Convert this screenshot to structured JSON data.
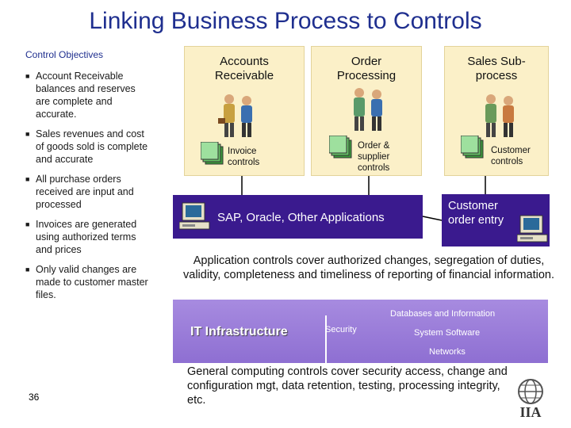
{
  "title": "Linking Business Process to Controls",
  "control_objectives": {
    "heading": "Control Objectives",
    "items": [
      "Account Receivable balances and reserves are complete and accurate.",
      "Sales revenues and cost of goods sold is complete and accurate",
      "All purchase orders received are input and processed",
      "Invoices are generated using authorized terms and prices",
      "Only valid changes are made to customer master files."
    ]
  },
  "processes": [
    {
      "title": "Accounts Receivable",
      "control": "Invoice controls"
    },
    {
      "title": "Order Processing",
      "control": "Order & supplier controls"
    },
    {
      "title": "Sales Sub-process",
      "control": "Customer controls"
    }
  ],
  "applications": {
    "label": "SAP, Oracle, Other Applications",
    "customer_entry": "Customer order entry"
  },
  "application_controls_text": "Application controls cover authorized changes, segregation of duties, validity, completeness and timeliness of reporting of financial information.",
  "it_infrastructure": {
    "label": "IT Infrastructure",
    "security": "Security",
    "databases": "Databases and Information",
    "system_software": "System Software",
    "networks": "Networks"
  },
  "general_controls_text": "General computing controls cover security access, change and configuration mgt, data retention, testing, processing integrity, etc.",
  "slide_number": "36",
  "logo_text": "IIA",
  "colors": {
    "title": "#1f2f8f",
    "process_box": "#fbf0c8",
    "apps_bar": "#3a1a8e",
    "it_bar": "#9b7ed9"
  }
}
